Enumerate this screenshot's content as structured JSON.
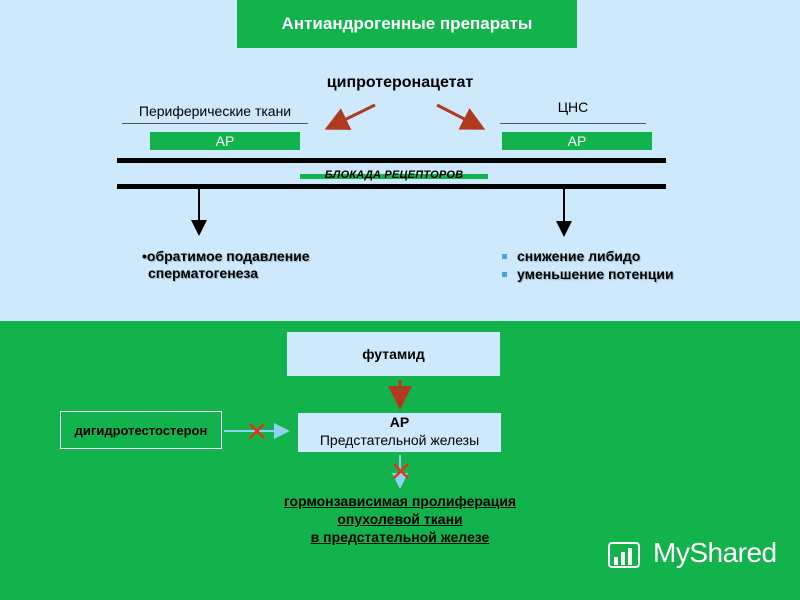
{
  "title": "Антиандрогенные препараты",
  "top": {
    "drug": "ципротеронацетат",
    "left_branch": {
      "label": "Периферические ткани",
      "receptor": "АР"
    },
    "right_branch": {
      "label": "ЦНС",
      "receptor": "АР"
    },
    "blockade": "БЛОКАДА РЕЦЕПТОРОВ",
    "left_effects": [
      "•обратимое подавление",
      "сперматогенеза"
    ],
    "right_effects": [
      "снижение либидо",
      "уменьшение потенции"
    ]
  },
  "bottom": {
    "drug": "футамид",
    "hormone": "дигидротестостерон",
    "receptor_line1": "АР",
    "receptor_line2": "Предстательной железы",
    "outcome": [
      "гормонзависимая пролиферация",
      "опухолевой ткани",
      "в предстательной железе"
    ]
  },
  "watermark": "MyShared",
  "colors": {
    "green": "#12b24c",
    "light_blue": "#cde9fb",
    "arrow_brown": "#b03a1e",
    "cross_red": "#e0351a"
  }
}
